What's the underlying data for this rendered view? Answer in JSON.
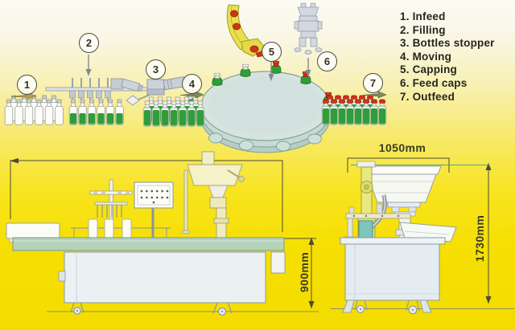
{
  "legend": {
    "items": [
      "1. Infeed",
      "2. Filling",
      "3. Bottles stopper",
      "4. Moving",
      "5. Capping",
      "6. Feed caps",
      "7. Outfeed"
    ]
  },
  "stations": [
    "1",
    "2",
    "3",
    "4",
    "5",
    "6",
    "7"
  ],
  "dimensions": {
    "feeder_width": "1050mm",
    "conveyor_height": "900mm",
    "machine_height": "1730mm"
  },
  "colors": {
    "background_yellow": "#f6df02",
    "bottle_green": "#2f9e38",
    "cap_red": "#d23418",
    "chute_yellow": "#e9e04e",
    "rotary_table_top": "#d6e4df",
    "conveyor_top_green": "#b4d2bc",
    "machine_body_grey": "#ebf1f3"
  }
}
